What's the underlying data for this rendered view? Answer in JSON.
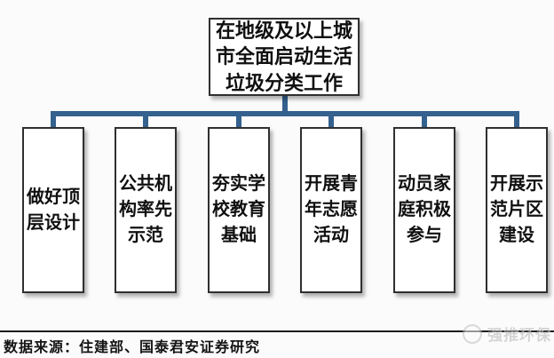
{
  "diagram": {
    "root": {
      "label": "在地级及以上城\n市全面启动生活\n垃圾分类工作"
    },
    "children": [
      {
        "label": "做好顶\n层设计"
      },
      {
        "label": "公共机\n构率先\n示范"
      },
      {
        "label": "夯实学\n校教育\n基础"
      },
      {
        "label": "开展青\n年志愿\n活动"
      },
      {
        "label": "动员家\n庭积极\n参与"
      },
      {
        "label": "开展示\n范片区\n建设"
      }
    ],
    "connector_color": "#34618e",
    "box_border_color": "#2f2f2f"
  },
  "footer": {
    "source_text": "数据来源：住建部、国泰君安证券研究",
    "watermark_text": "强推环保"
  }
}
